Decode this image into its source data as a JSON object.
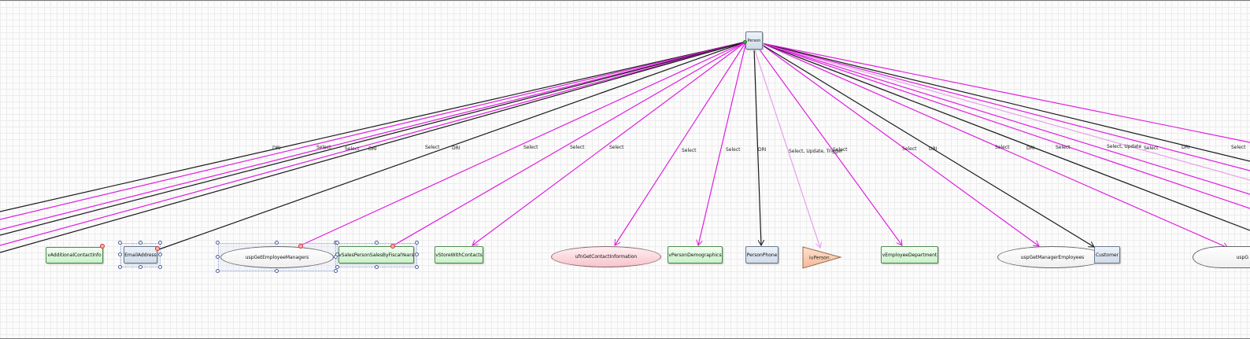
{
  "diagram": {
    "center": "Person",
    "nodes": {
      "person": "Person",
      "vAdditionalContactInfo": "vAdditionalContactInfo",
      "emailAddress": "EmailAddress",
      "uspGetEmployeeManagers": "uspGetEmployeeManagers",
      "vSalesPersonSalesByFiscalYears": "vSalesPersonSalesByFiscalYears",
      "vStoreWithContacts": "vStoreWithContacts",
      "ufnGetContactInformation": "ufnGetContactInformation",
      "vPersonDemographics": "vPersonDemographics",
      "personPhone": "PersonPhone",
      "iuPerson": "iuPerson",
      "vEmployeeDepartment": "vEmployeeDepartment",
      "uspGetManagerEmployees": "uspGetManagerEmployees",
      "customer": "Customer",
      "uspPartial": "uspG"
    },
    "edge_labels": {
      "e1": "DRI",
      "e2": "Select",
      "e3": "Select",
      "e4": "DRI",
      "e5": "Select",
      "e6": "DRI",
      "e7": "Select",
      "e8": "Select",
      "e9": "Select",
      "e10": "Select",
      "e11": "Select",
      "e12": "DRI",
      "e13": "Select, Update, Trigger",
      "e14": "Select",
      "e15": "Select",
      "e16": "DRI",
      "e17": "Select",
      "e18": "DRI",
      "e19": "Select",
      "e20": "Select, Update",
      "e21": "Select",
      "e22": "DRI",
      "e23": "Select"
    },
    "colors": {
      "dri": "#1a1a1a",
      "select": "#e01ee0",
      "select_update": "#e8a0e8"
    }
  }
}
